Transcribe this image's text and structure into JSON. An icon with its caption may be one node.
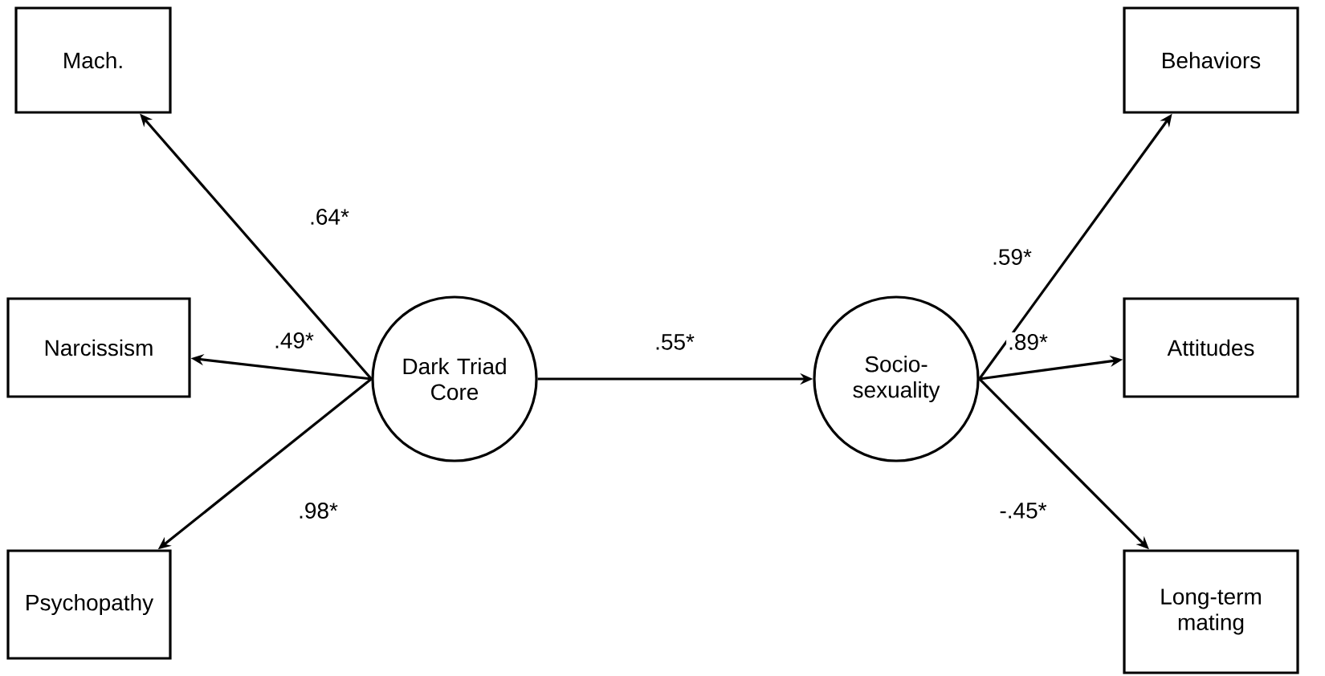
{
  "diagram": {
    "nodes": [
      {
        "text": [
          "Mach."
        ]
      },
      {
        "text": [
          "Narcissism"
        ]
      },
      {
        "text": [
          "Psychopathy"
        ]
      },
      {
        "text": [
          "Dark Triad Core"
        ]
      },
      {
        "text": [
          "Socio-sexuality"
        ]
      },
      {
        "text": [
          "Behaviors"
        ]
      },
      {
        "text": [
          "Attitudes"
        ]
      },
      {
        "text": [
          "Long-term mating"
        ]
      }
    ],
    "edges": [
      {
        "from": 3,
        "to": 0,
        "arrow": "to",
        "label": ".64*"
      },
      {
        "from": 3,
        "to": 1,
        "arrow": "to",
        "label": ".49*"
      },
      {
        "from": 3,
        "to": 2,
        "arrow": "to",
        "label": ".98*"
      },
      {
        "from": 3,
        "to": 4,
        "arrow": "to",
        "label": ".55*"
      },
      {
        "from": 4,
        "to": 5,
        "arrow": "to",
        "label": ".59*"
      },
      {
        "from": 4,
        "to": 6,
        "arrow": "to",
        "label": ".89*"
      },
      {
        "from": 4,
        "to": 7,
        "arrow": "to",
        "label": "-.45*"
      }
    ]
  }
}
